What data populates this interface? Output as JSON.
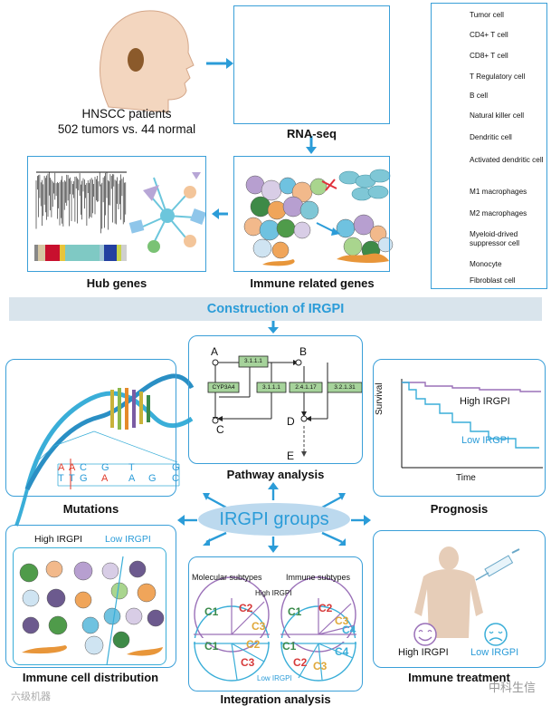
{
  "top": {
    "patients_title": "HNSCC patients",
    "patients_sub": "502 tumors vs. 44 normal",
    "rnaseq_label": "RNA-seq",
    "hub_label": "Hub genes",
    "immune_label": "Immune related genes"
  },
  "legend": {
    "items": [
      {
        "label": "Tumor cell",
        "icon": "tumor-cell-icon",
        "color": "#7fc7d6"
      },
      {
        "label": "CD4+ T cell",
        "icon": "cd4-t-cell-icon",
        "color": "#d8cde6"
      },
      {
        "label": "CD8+ T cell",
        "icon": "cd8-t-cell-icon",
        "color": "#b79fd0"
      },
      {
        "label": "T Regulatory cell",
        "icon": "treg-cell-icon",
        "color": "#f2b98b"
      },
      {
        "label": "B cell",
        "icon": "b-cell-icon",
        "color": "#a9d58e"
      },
      {
        "label": "Natural killer cell",
        "icon": "nk-cell-icon",
        "color": "#6fc2e0"
      },
      {
        "label": "Dendritic cell",
        "icon": "dendritic-cell-icon",
        "color": "#c9b8dd"
      },
      {
        "label": "Activated dendritic cell",
        "icon": "activated-dendritic-cell-icon",
        "color": "#6c5a8e"
      },
      {
        "label": "M1 macrophages",
        "icon": "m1-macrophage-icon",
        "color": "#f0a55a"
      },
      {
        "label": "M2 macrophages",
        "icon": "m2-macrophage-icon",
        "color": "#cfe4f2"
      },
      {
        "label": "Myeloid-drived suppressor cell",
        "icon": "mdsc-icon",
        "color": "#4f9b4a"
      },
      {
        "label": "Monocyte",
        "icon": "monocyte-icon",
        "color": "#3e8a47"
      },
      {
        "label": "Fibroblast cell",
        "icon": "fibroblast-icon",
        "color": "#e8963a"
      }
    ]
  },
  "banner": "Construction of IRGPI",
  "pathway": {
    "nodes": [
      "A",
      "B",
      "C",
      "D",
      "E"
    ],
    "enzymes": [
      "3.1.1.1",
      "CYP3A4",
      "3.1.1.1",
      "2.4.1.17",
      "3.2.1.31"
    ],
    "label": "Pathway analysis"
  },
  "mutations": {
    "label": "Mutations",
    "top_seq": [
      "A",
      "A",
      "C",
      "G",
      "T",
      "G"
    ],
    "bottom_seq": [
      "T",
      "T",
      "G",
      "A",
      "A",
      "G",
      "C"
    ]
  },
  "prognosis": {
    "label": "Prognosis",
    "high": "High IRGPI",
    "low": "Low IRGPI",
    "ylabel": "Survival",
    "xlabel": "Time"
  },
  "groups_label": "IRGPI groups",
  "immune_distribution": {
    "label": "Immune cell distribution",
    "high": "High IRGPI",
    "low": "Low IRGPI"
  },
  "integration": {
    "label": "Integration analysis",
    "molecular": "Molecular subtypes",
    "immune": "Immune subtypes",
    "high": "High IRGPI",
    "low": "Low IRGPI",
    "top_left": [
      "C1",
      "C2",
      "C3"
    ],
    "top_right": [
      "C1",
      "C2",
      "C3",
      "C4"
    ],
    "bottom_left": [
      "C1",
      "C2",
      "C3"
    ],
    "bottom_right": [
      "C1",
      "C2",
      "C3",
      "C4"
    ]
  },
  "treatment": {
    "label": "Immune treatment",
    "high": "High IRGPI",
    "low": "Low IRGPI"
  },
  "watermark_left": "六级机器",
  "watermark_right": "中科生信",
  "colors": {
    "accent": "#3a9fd8",
    "purple": "#8e6bb0",
    "teal": "#3aaed8"
  }
}
